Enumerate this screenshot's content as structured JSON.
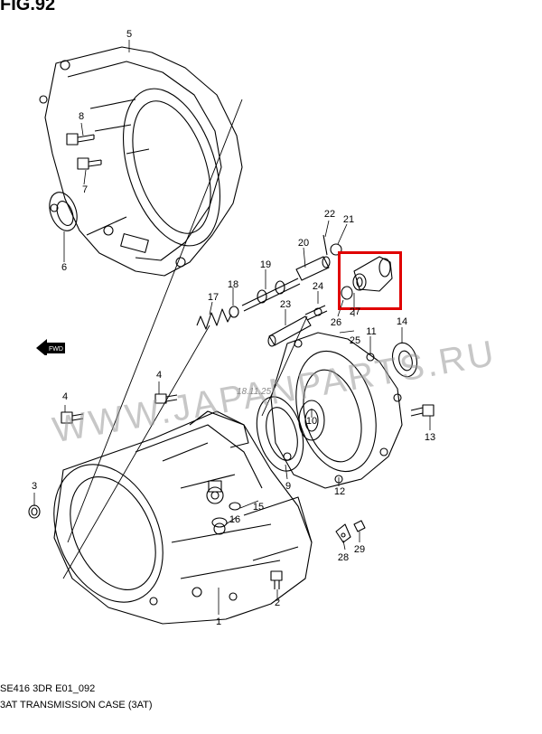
{
  "header": {
    "fig_label": "FIG.92"
  },
  "footer": {
    "code": "SE416 3DR E01_092",
    "caption": "3AT TRANSMISSION CASE (3AT)"
  },
  "watermark": {
    "text": "WWW.JAPANPARTS.RU",
    "stamp": "18.11.25"
  },
  "direction_icon": {
    "label": "FWD"
  },
  "highlight": {
    "color": "#e00000",
    "part": "22-21-26-27 assembly"
  },
  "parts": {
    "p1": "1",
    "p2": "2",
    "p3": "3",
    "p4a": "4",
    "p4b": "4",
    "p5": "5",
    "p6": "6",
    "p7": "7",
    "p8": "8",
    "p9": "9",
    "p10": "10",
    "p11": "11",
    "p12": "12",
    "p13": "13",
    "p14": "14",
    "p15": "15",
    "p16": "16",
    "p17": "17",
    "p18": "18",
    "p19": "19",
    "p20": "20",
    "p21": "21",
    "p22": "22",
    "p23": "23",
    "p24": "24",
    "p25": "25",
    "p26": "26",
    "p27": "27",
    "p28": "28",
    "p29": "29"
  }
}
